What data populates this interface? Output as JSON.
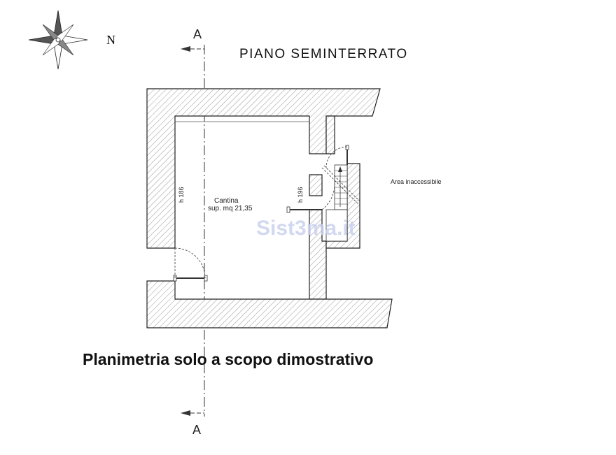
{
  "compass": {
    "north_label": "N",
    "icon": "compass-rose-icon"
  },
  "section": {
    "top_label": "A",
    "bottom_label": "A"
  },
  "title": "PIANO SEMINTERRATO",
  "rooms": [
    {
      "name": "Cantina",
      "area": "sup. mq 21,35"
    }
  ],
  "heights": {
    "left": "h 186",
    "right": "h 196"
  },
  "outside_area": "Area inaccessibile",
  "watermark": "Sist3ma.it",
  "caption": "Planimetria solo a scopo dimostrativo",
  "colors": {
    "wall_hatch": "#999999",
    "wall_outline": "#222222",
    "watermark": "#c9d2ee",
    "watermark_digit": "#e8a6b4"
  }
}
